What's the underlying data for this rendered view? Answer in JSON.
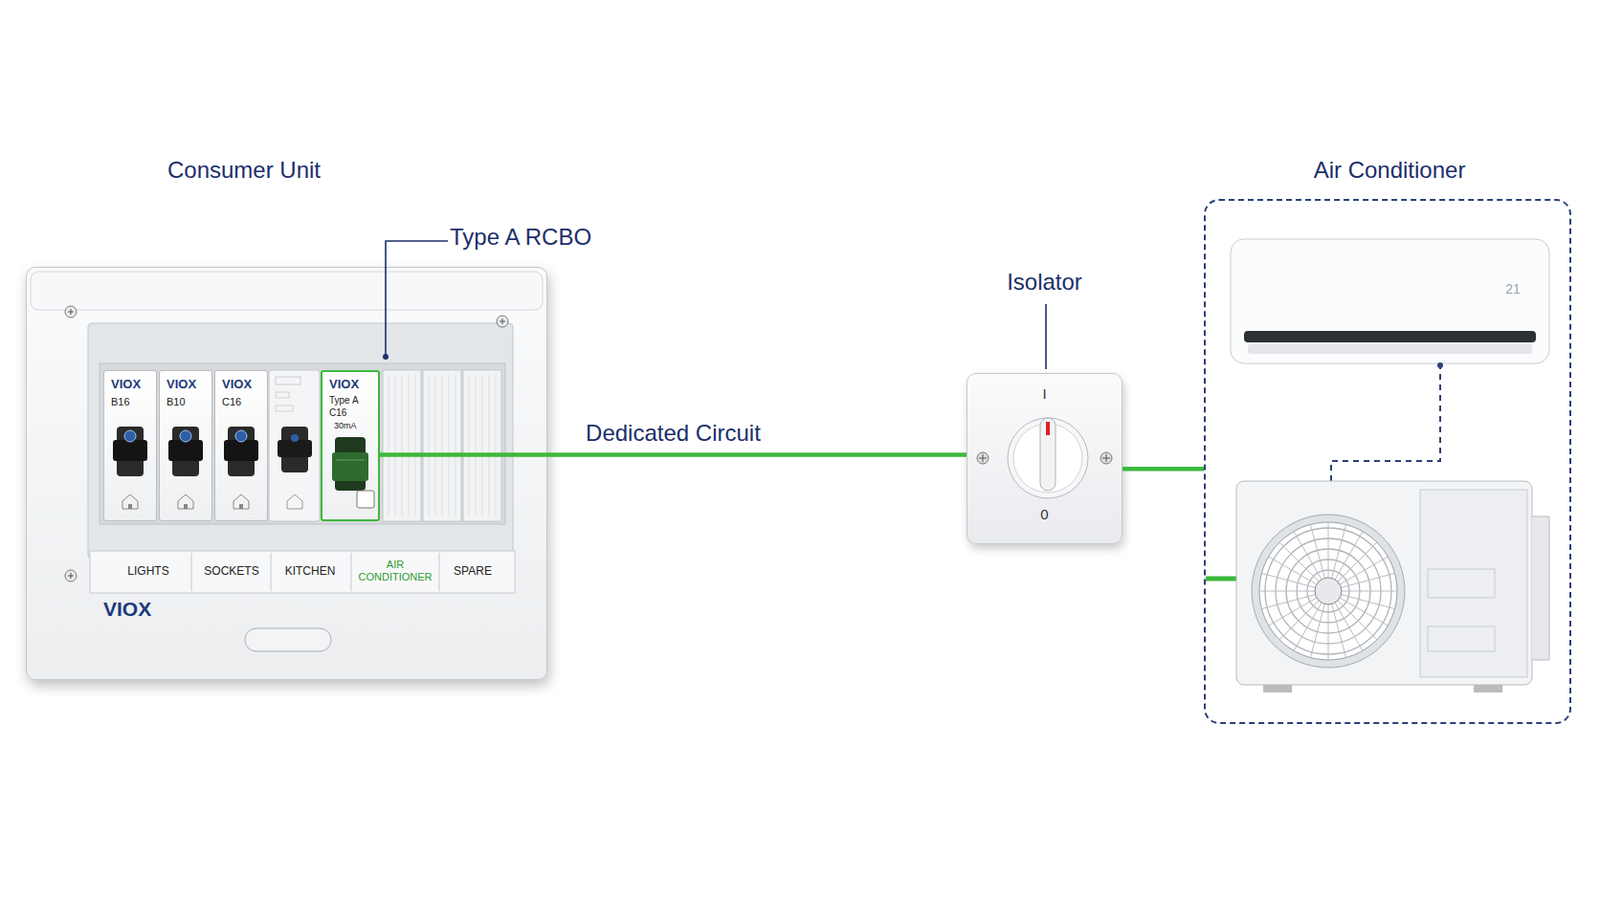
{
  "diagram": {
    "nodes": [
      {
        "text": [
          "Consumer Unit"
        ]
      },
      {
        "text": [
          "VIOX",
          "B16"
        ],
        "in": 0
      },
      {
        "text": [
          "VIOX",
          "B10"
        ],
        "in": 0
      },
      {
        "text": [
          "VIOX",
          "C16"
        ],
        "in": 0
      },
      {
        "text": [
          "VIOX",
          "Type A",
          "C16",
          "30mA"
        ],
        "in": 0
      },
      {
        "text": [
          "Isolator",
          "I",
          "0"
        ]
      },
      {
        "text": [
          "Air Conditioner"
        ]
      }
    ],
    "edges": [
      {
        "from": 4,
        "to": 5,
        "arrow": "none",
        "label": "Dedicated Circuit"
      },
      {
        "from": 5,
        "to": 6,
        "arrow": "none"
      }
    ],
    "labels": [
      "Type A RCBO",
      "LIGHTS",
      "SOCKETS",
      "KITCHEN",
      "AIR CONDITIONER",
      "SPARE",
      "VIOX",
      "21"
    ]
  }
}
